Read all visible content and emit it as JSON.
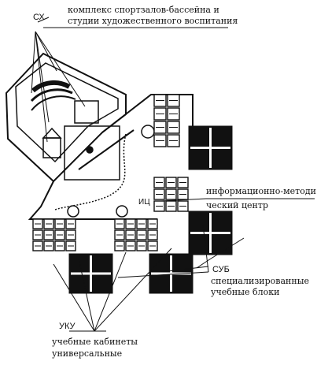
{
  "labels": {
    "sx_abbr": "СХ",
    "sx_desc_line1": "комплекс спортзалов-бассейна и",
    "sx_desc_line2": "студии художественного воспитания",
    "ic_abbr": "ИЦ",
    "ic_desc_line1": "информационно-методи",
    "ic_desc_line2": "ческий центр",
    "sub_abbr": "СУБ",
    "sub_desc_line1": "специализированные",
    "sub_desc_line2": "учебные блоки",
    "uku_abbr": "УКУ",
    "uku_desc_line1": "учебные кабинеты",
    "uku_desc_line2": "универсальные"
  }
}
